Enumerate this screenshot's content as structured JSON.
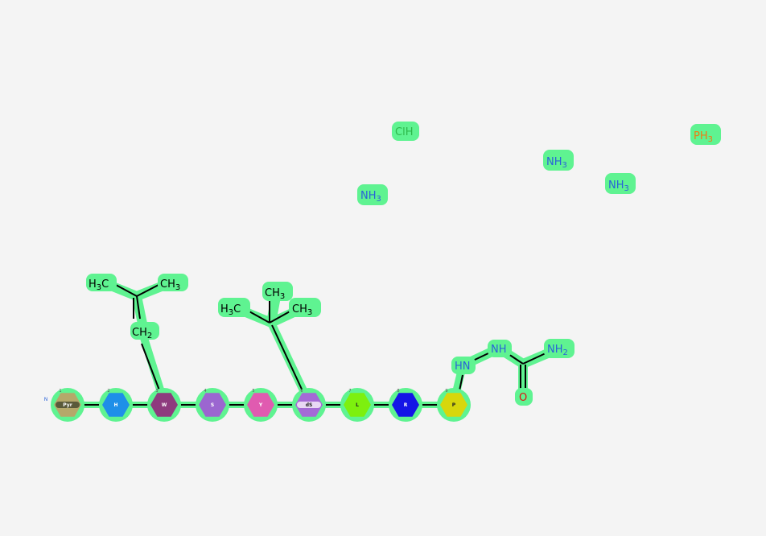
{
  "molecule": {
    "terminal_n": "N",
    "residues": [
      {
        "num": "1",
        "label": "Pyr",
        "color": "#b5a86a",
        "text_color": "#ffffff",
        "dark_center": true
      },
      {
        "num": "2",
        "label": "H",
        "color": "#1e8fe8",
        "text_color": "#ffffff"
      },
      {
        "num": "3",
        "label": "W",
        "color": "#8e3b7e",
        "text_color": "#ffffff"
      },
      {
        "num": "4",
        "label": "S",
        "color": "#9b66d0",
        "text_color": "#ffffff"
      },
      {
        "num": "5",
        "label": "Y",
        "color": "#e05bb0",
        "text_color": "#ffffff"
      },
      {
        "num": "6",
        "label": "dS",
        "color": "#a46ad6",
        "text_color": "#222222",
        "light_center": true
      },
      {
        "num": "7",
        "label": "L",
        "color": "#7df00e",
        "text_color": "#222222"
      },
      {
        "num": "8",
        "label": "R",
        "color": "#1414e6",
        "text_color": "#ffffff"
      },
      {
        "num": "9",
        "label": "P",
        "color": "#d7d70c",
        "text_color": "#222222"
      }
    ],
    "isobutyl": {
      "ch2": "CH",
      "ch2_sub": "2",
      "left_methyl": "H",
      "left_methyl_sub": "3",
      "left_methyl_tail": "C",
      "right_methyl": "CH",
      "right_methyl_sub": "3"
    },
    "tbutyl": {
      "top": "CH",
      "top_sub": "3",
      "left": "H",
      "left_sub": "3",
      "left_tail": "C",
      "right": "CH",
      "right_sub": "3"
    },
    "semicarbazide": {
      "hn1": "HN",
      "nh2": "NH",
      "amide_n": "NH",
      "amide_n_sub": "2",
      "oxygen": "O"
    },
    "fragments": [
      {
        "name": "chlorine",
        "text": "ClH",
        "sub": "",
        "color": "#2db84a"
      },
      {
        "name": "ammonia-1",
        "text": "NH",
        "sub": "3",
        "color": "#2a62d8"
      },
      {
        "name": "ammonia-2",
        "text": "NH",
        "sub": "3",
        "color": "#2a62d8"
      },
      {
        "name": "ammonia-3",
        "text": "NH",
        "sub": "3",
        "color": "#2a62d8"
      },
      {
        "name": "phosphine",
        "text": "PH",
        "sub": "3",
        "color": "#f07a12"
      }
    ],
    "colors": {
      "highlight": "#5ff391",
      "nitrogen": "#2a62d8",
      "oxygen": "#e01010",
      "carbon": "#000000"
    }
  }
}
